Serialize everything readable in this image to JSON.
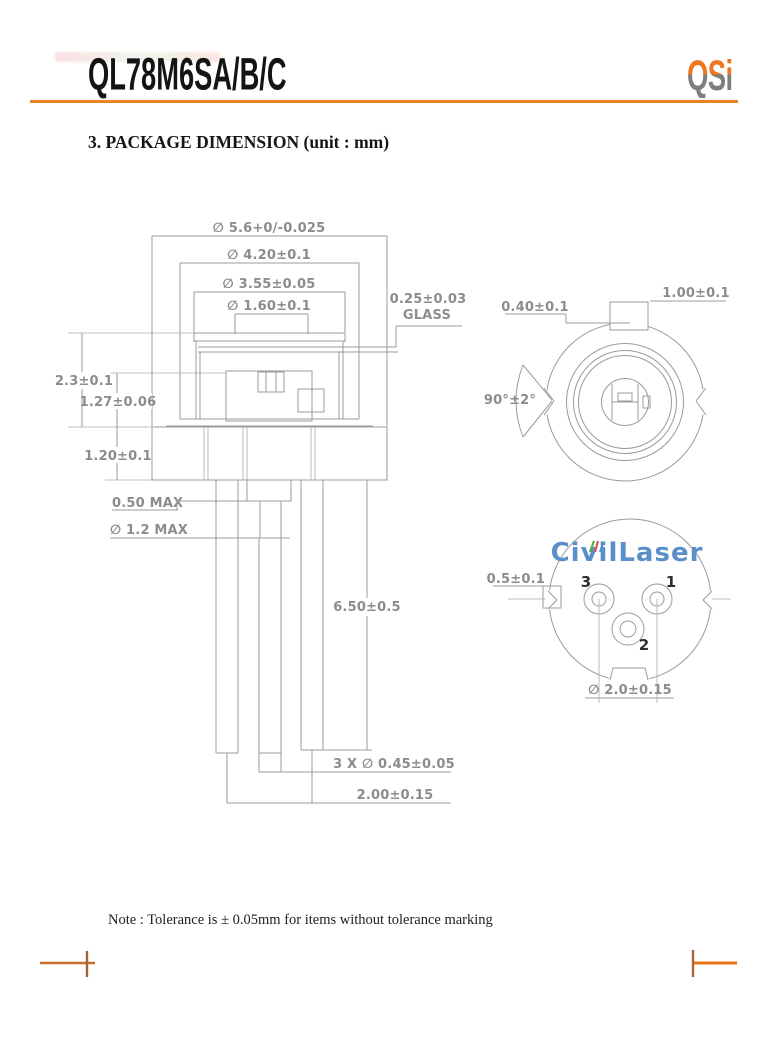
{
  "header": {
    "title": "QL78M6SA/B/C",
    "logo_text": "QSi"
  },
  "section": {
    "title": "3. PACKAGE DIMENSION (unit : mm)"
  },
  "side_view": {
    "dia_flange": "∅ 5.6+0/-0.025",
    "dia_cap_base": "∅ 4.20±0.1",
    "dia_cap_body": "∅ 3.55±0.05",
    "dia_window": "∅ 1.60±0.1",
    "glass_thickness": "0.25±0.03",
    "glass_label": "GLASS",
    "cap_height": "2.3±0.1",
    "post_height": "1.27±0.06",
    "flange_thickness": "1.20±0.1",
    "stem_max": "0.50 MAX",
    "bead_dia_max": "∅ 1.2 MAX",
    "pin_length": "6.50±0.5",
    "pin_diameter": "3 X ∅ 0.45±0.05",
    "pin_span": "2.00±0.15"
  },
  "front_view": {
    "tab_height": "0.40±0.1",
    "tab_width": "1.00±0.1",
    "notch_angle": "90°±2°"
  },
  "bottom_view": {
    "notch_depth": "0.5±0.1",
    "pin_circle_dia": "∅ 2.0±0.15",
    "pin_label_3": "3",
    "pin_label_1": "1",
    "pin_label_2": "2",
    "watermark": "CivilLaser"
  },
  "note": {
    "text": "Note : Tolerance is ± 0.05mm for items without tolerance marking"
  },
  "colors": {
    "accent_orange": "#E8822B",
    "logo_orange": "#F0761F",
    "logo_gray": "#7E7E7E",
    "drawing_gray": "#9B9B9B",
    "label_gray": "#8C8C8C",
    "watermark_blue": "#5B8FC9",
    "crop_mark_orange": "#C96F2E",
    "crop_mark_brown": "#A0653C",
    "pin_number_dark": "#2E2E2E"
  }
}
